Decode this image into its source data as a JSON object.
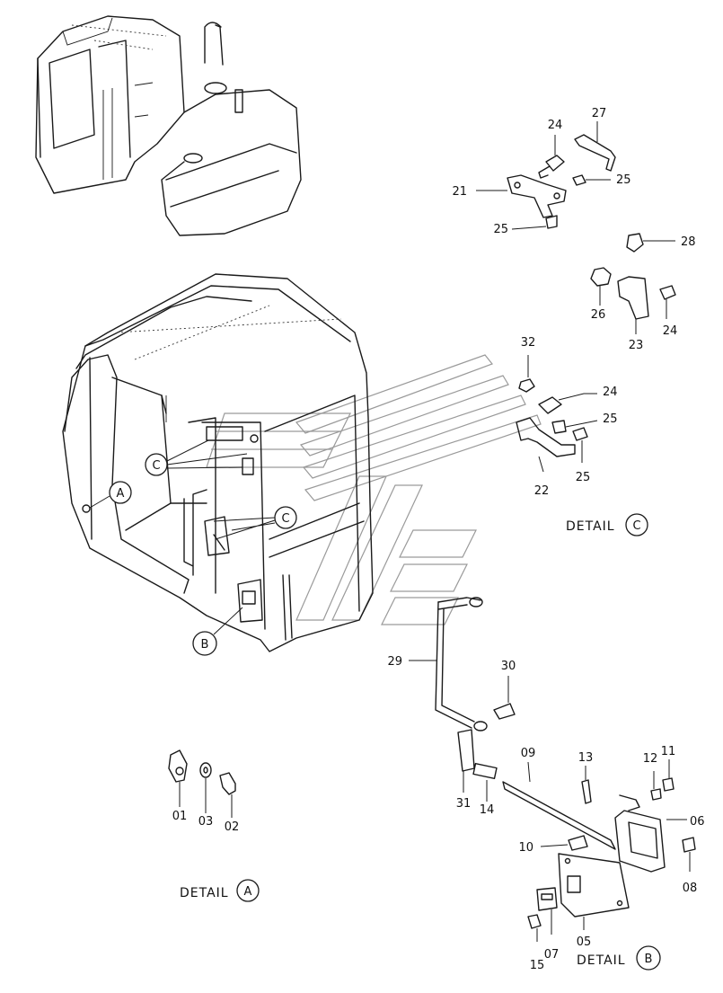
{
  "parts": {
    "p01": "01",
    "p02": "02",
    "p03": "03",
    "p05": "05",
    "p06": "06",
    "p07": "07",
    "p08": "08",
    "p09": "09",
    "p10": "10",
    "p11": "11",
    "p12": "12",
    "p13": "13",
    "p14": "14",
    "p15": "15",
    "p21": "21",
    "p22": "22",
    "p23": "23",
    "p24a": "24",
    "p24b": "24",
    "p24c": "24",
    "p25a": "25",
    "p25b": "25",
    "p25c": "25",
    "p25d": "25",
    "p26": "26",
    "p27": "27",
    "p28": "28",
    "p29": "29",
    "p30": "30",
    "p31": "31",
    "p32": "32"
  },
  "callouts": {
    "a": "A",
    "b": "B",
    "c": "C"
  },
  "details": {
    "detail_a": {
      "label": "DETAIL",
      "ref": "A"
    },
    "detail_b": {
      "label": "DETAIL",
      "ref": "B"
    },
    "detail_c": {
      "label": "DETAIL",
      "ref": "C"
    }
  },
  "icons": {
    "parts_icon": "hex-bolt-icon",
    "callout_icon": "circle-callout-icon"
  }
}
